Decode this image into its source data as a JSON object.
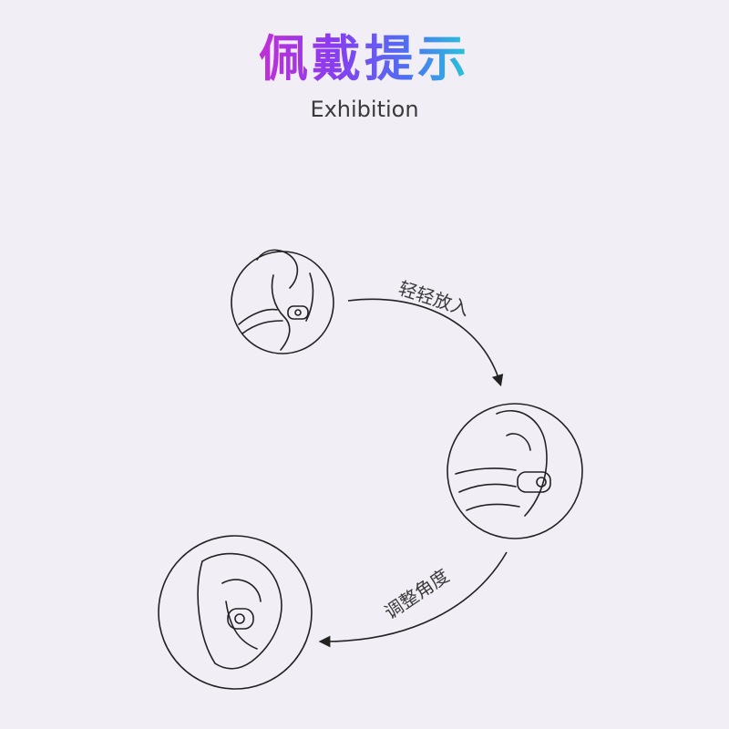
{
  "header": {
    "title": "佩戴提示",
    "subtitle": "Exhibition"
  },
  "steps": [
    {
      "label": "轻轻放入"
    },
    {
      "label": "调整角度"
    }
  ],
  "colors": {
    "background": "#f1eef6",
    "line": "#222222",
    "title_gradient": [
      "#c12fd6",
      "#8a3cf0",
      "#4f6ff2",
      "#26c8d8"
    ]
  }
}
